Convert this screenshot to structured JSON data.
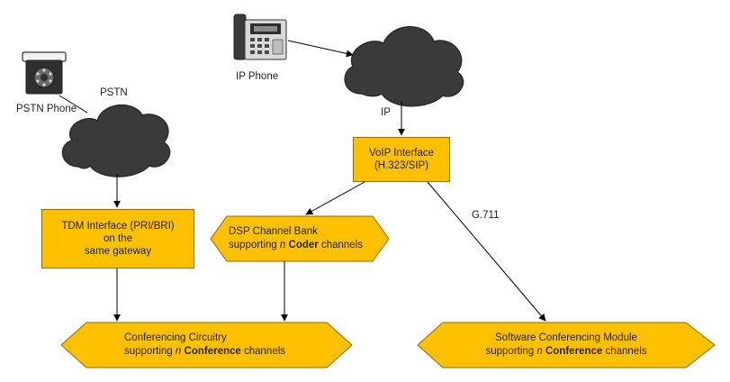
{
  "colors": {
    "accent_fill": "#ffc000",
    "cloud_fill": "#3a3a3a",
    "stroke": "#000000",
    "text": "#222222"
  },
  "icons": {
    "pstn_phone": "desk-telephone-icon",
    "ip_phone": "ip-phone-icon",
    "pstn_cloud": "cloud-icon",
    "ip_cloud": "cloud-icon"
  },
  "labels": {
    "pstn_phone": "PSTN Phone",
    "pstn": "PSTN",
    "ip_phone": "IP Phone",
    "ip": "IP",
    "g711": "G.711"
  },
  "nodes": {
    "tdm_interface": {
      "lines": [
        "TDM Interface (PRI/BRI)",
        "on the",
        "same gateway"
      ]
    },
    "voip_interface": {
      "lines": [
        "VoIP Interface",
        "(H.323/SIP)"
      ]
    },
    "dsp_bank": {
      "line1": "DSP Channel Bank",
      "line2_prefix": "supporting ",
      "line2_var": "n",
      "line2_bold": "Coder",
      "line2_suffix": " channels"
    },
    "conf_circuitry": {
      "line1": "Conferencing Circuitry",
      "line2_prefix": "supporting ",
      "line2_var": "n",
      "line2_bold": "Conference",
      "line2_suffix": " channels"
    },
    "software_conf": {
      "line1": "Software Conferencing Module",
      "line2_prefix": "supporting ",
      "line2_var": "n",
      "line2_bold": "Conference",
      "line2_suffix": " channels"
    }
  },
  "edges": [
    {
      "from": "ip_phone",
      "to": "ip_cloud",
      "label": ""
    },
    {
      "from": "ip_cloud",
      "to": "voip_interface",
      "label": ""
    },
    {
      "from": "pstn_cloud",
      "to": "tdm_interface",
      "label": ""
    },
    {
      "from": "voip_interface",
      "to": "dsp_bank",
      "label": ""
    },
    {
      "from": "voip_interface",
      "to": "software_conf",
      "label": "G.711"
    },
    {
      "from": "tdm_interface",
      "to": "conf_circuitry",
      "label": ""
    },
    {
      "from": "dsp_bank",
      "to": "conf_circuitry",
      "label": ""
    }
  ]
}
